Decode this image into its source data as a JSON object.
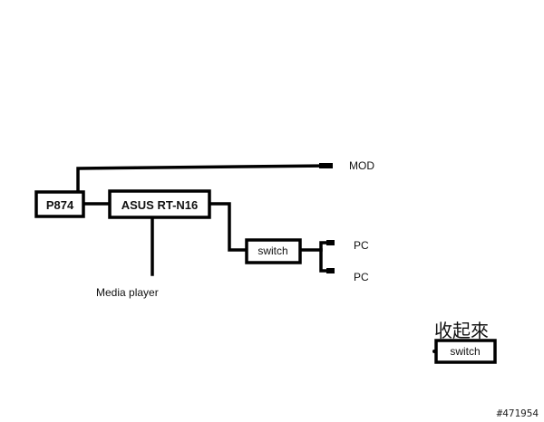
{
  "diagram": {
    "nodes": {
      "p874": "P874",
      "router": "ASUS RT-N16",
      "switch": "switch",
      "mod": "MOD",
      "pc_top": "PC",
      "pc_bottom": "PC",
      "media_player": "Media player"
    },
    "side_note": {
      "title": "收起來",
      "box_label": "switch"
    },
    "watermark": "#471954"
  },
  "colors": {
    "line": "#000000",
    "background": "#ffffff"
  }
}
